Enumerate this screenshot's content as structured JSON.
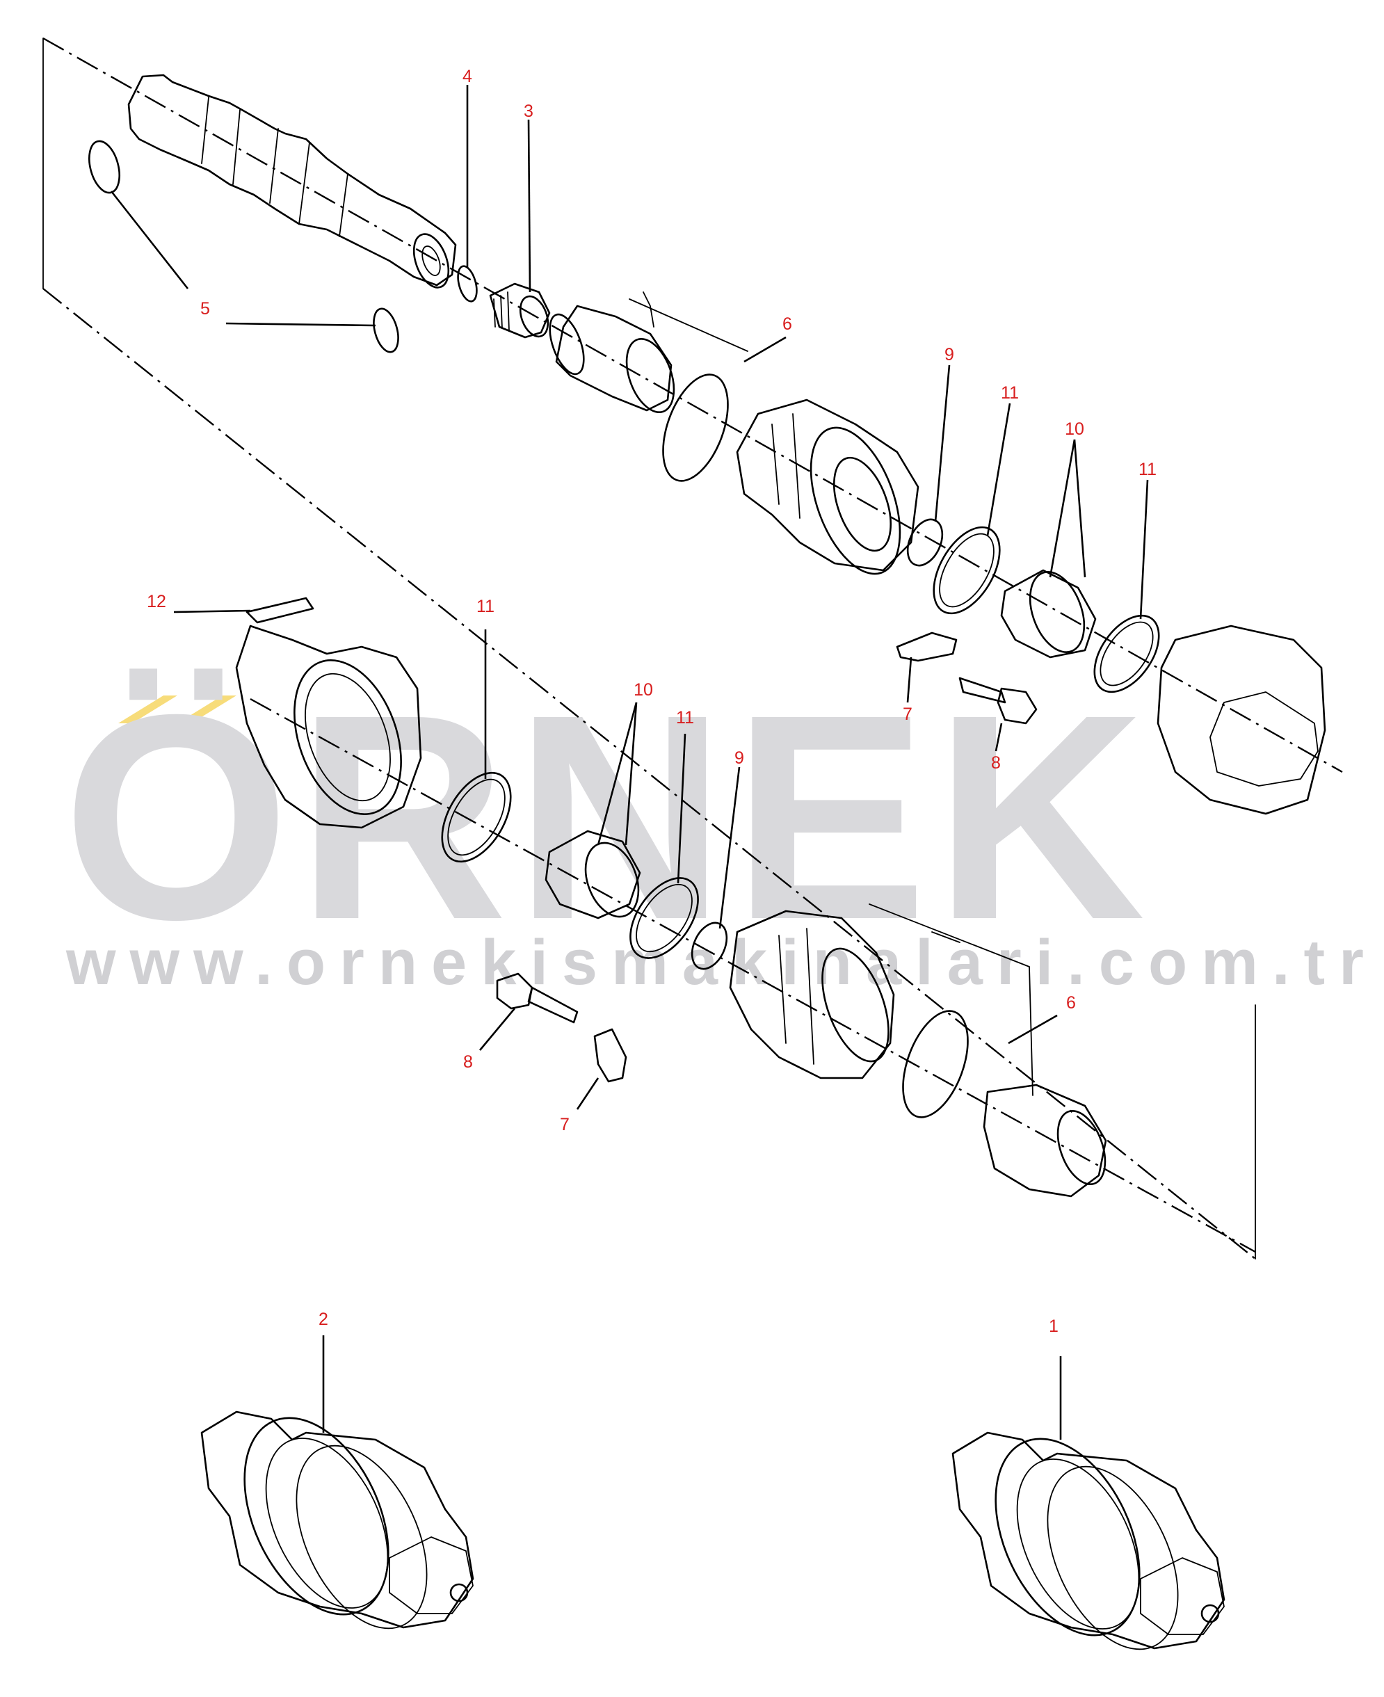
{
  "watermark": {
    "brand": "ÖRNEK",
    "url": "www.ornekismakinalari.com.tr",
    "colors": {
      "brand_text": "#d9d9dc",
      "accent_chevrons": "#f7dc7a"
    }
  },
  "callouts": [
    {
      "id": "c4",
      "text": "4"
    },
    {
      "id": "c3",
      "text": "3"
    },
    {
      "id": "c5",
      "text": "5"
    },
    {
      "id": "c6a",
      "text": "6"
    },
    {
      "id": "c9a",
      "text": "9"
    },
    {
      "id": "c11a",
      "text": "11"
    },
    {
      "id": "c10a",
      "text": "10"
    },
    {
      "id": "c11b",
      "text": "11"
    },
    {
      "id": "c7a",
      "text": "7"
    },
    {
      "id": "c8a",
      "text": "8"
    },
    {
      "id": "c12",
      "text": "12"
    },
    {
      "id": "c11c",
      "text": "11"
    },
    {
      "id": "c10b",
      "text": "10"
    },
    {
      "id": "c11d",
      "text": "11"
    },
    {
      "id": "c9b",
      "text": "9"
    },
    {
      "id": "c6b",
      "text": "6"
    },
    {
      "id": "c8b",
      "text": "8"
    },
    {
      "id": "c7b",
      "text": "7"
    },
    {
      "id": "c2",
      "text": "2"
    },
    {
      "id": "c1",
      "text": "1"
    }
  ],
  "colors": {
    "callout_text": "#d81e1e",
    "line_art": "#000000",
    "background": "#ffffff"
  }
}
